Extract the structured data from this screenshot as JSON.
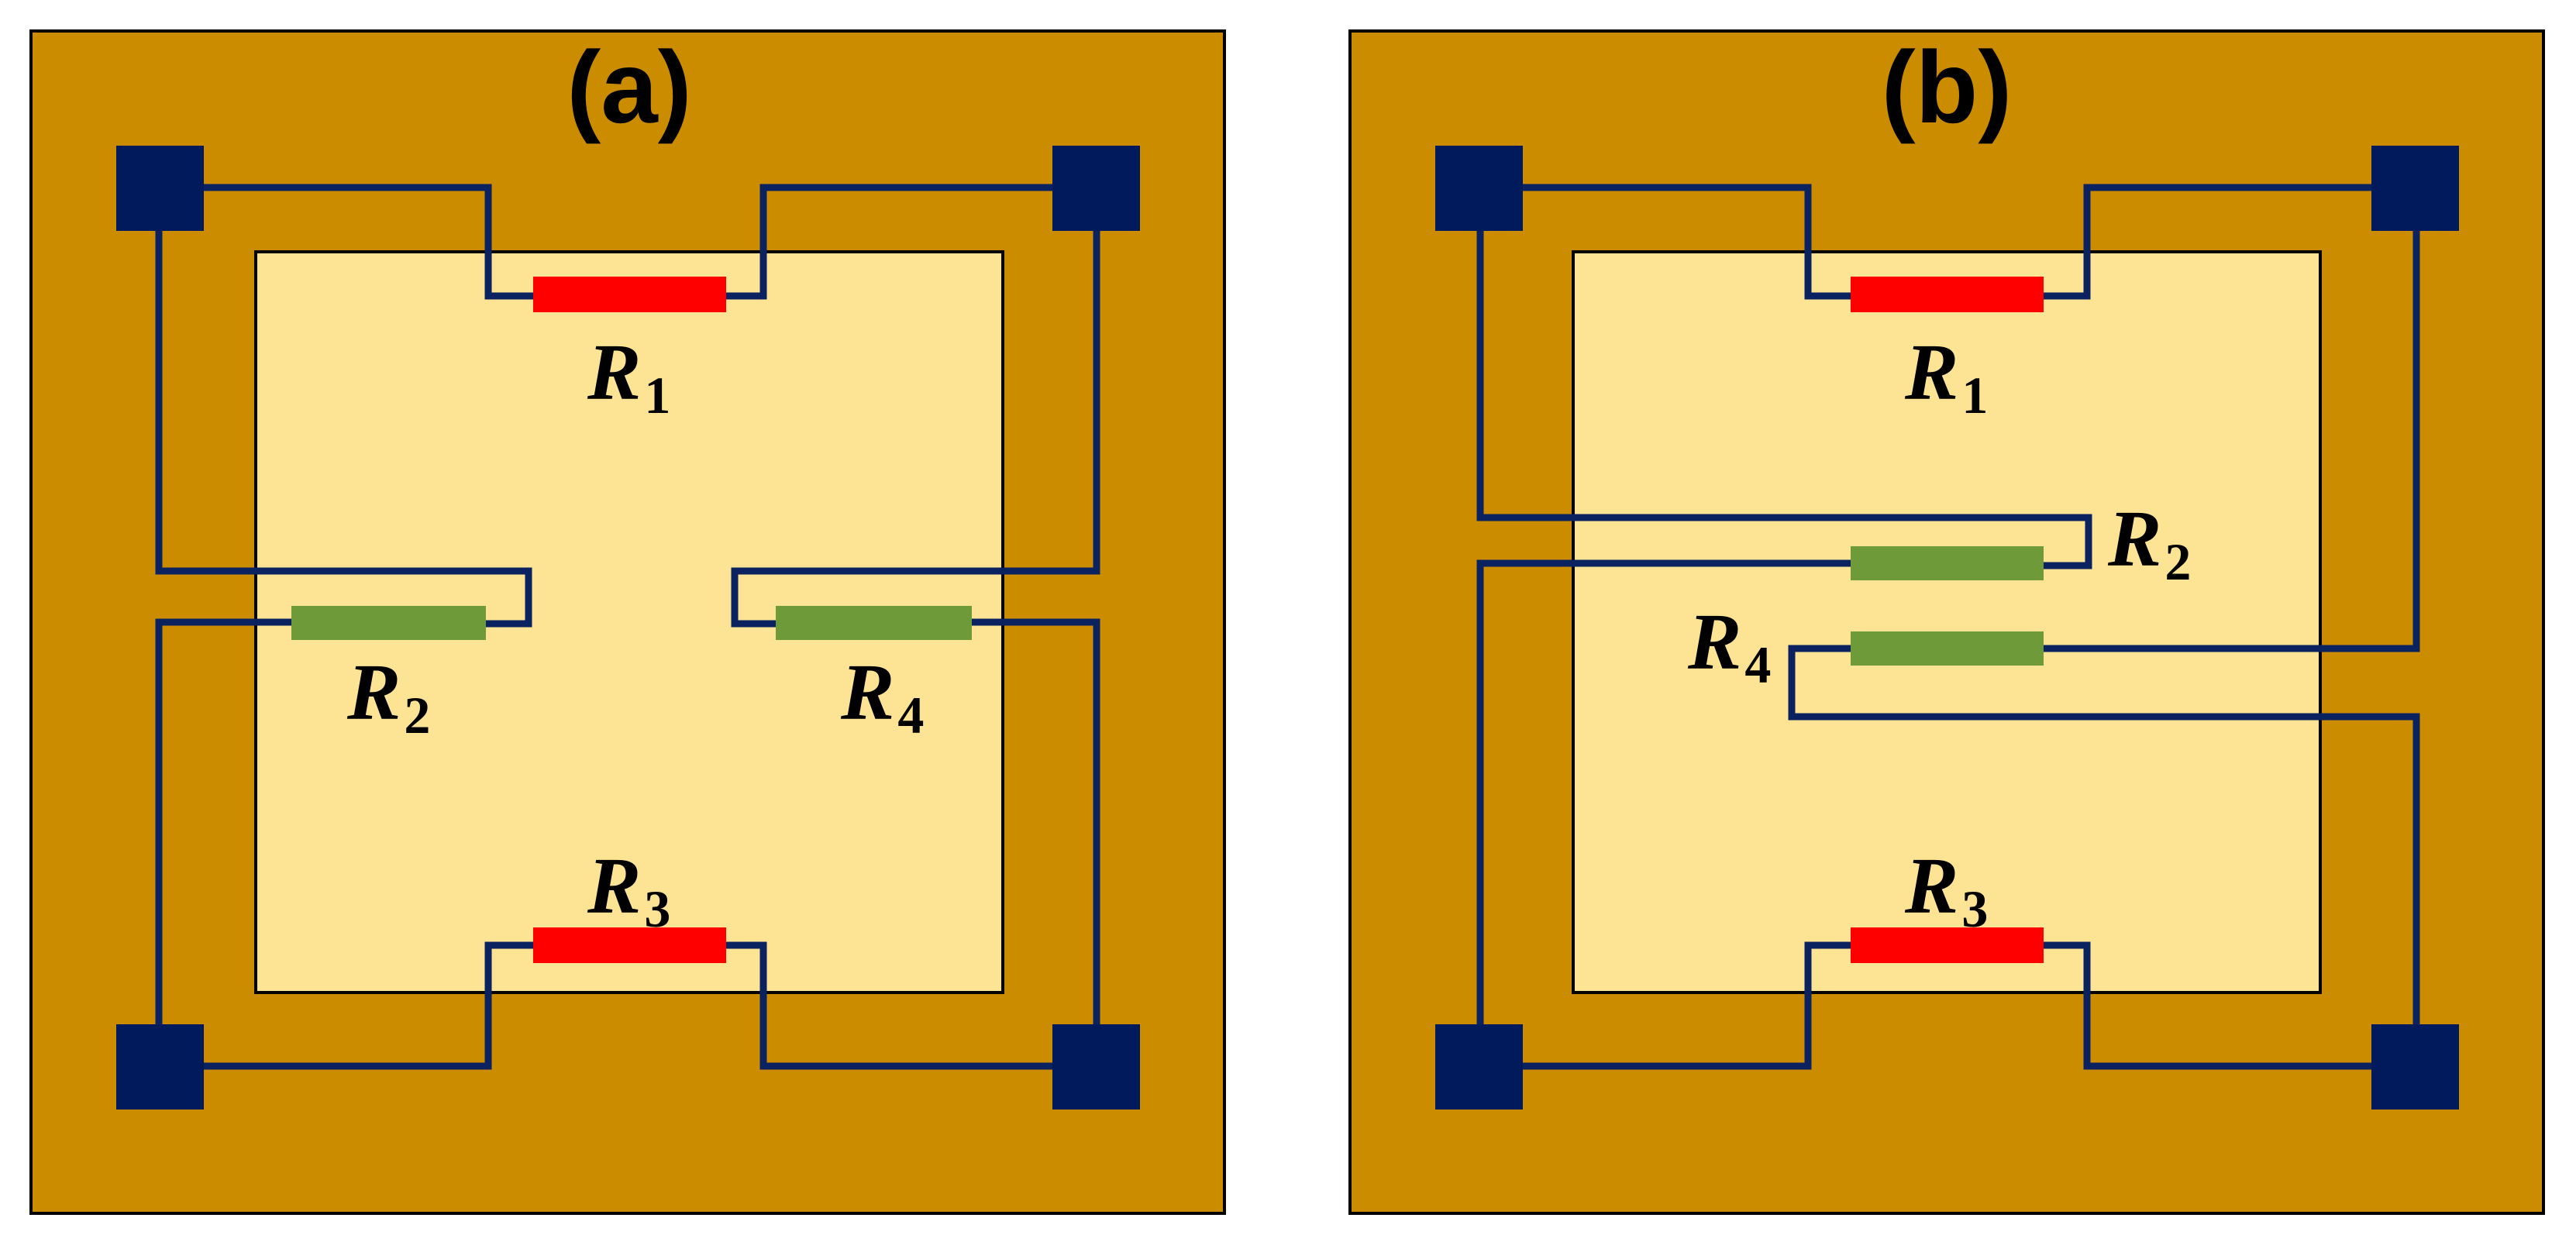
{
  "colors": {
    "substrate": "#cc8c00",
    "membrane": "#fde495",
    "pad": "#001a5c",
    "wire": "#0b2260",
    "resistor_red": "#ff0000",
    "resistor_green": "#6f9a3a",
    "outline": "#000000"
  },
  "panels": [
    {
      "title": "(a)",
      "resistors": [
        {
          "symbol": "R",
          "sub": "1",
          "color": "red"
        },
        {
          "symbol": "R",
          "sub": "2",
          "color": "green"
        },
        {
          "symbol": "R",
          "sub": "3",
          "color": "red"
        },
        {
          "symbol": "R",
          "sub": "4",
          "color": "green"
        }
      ]
    },
    {
      "title": "(b)",
      "resistors": [
        {
          "symbol": "R",
          "sub": "1",
          "color": "red"
        },
        {
          "symbol": "R",
          "sub": "2",
          "color": "green"
        },
        {
          "symbol": "R",
          "sub": "3",
          "color": "red"
        },
        {
          "symbol": "R",
          "sub": "4",
          "color": "green"
        }
      ]
    }
  ]
}
